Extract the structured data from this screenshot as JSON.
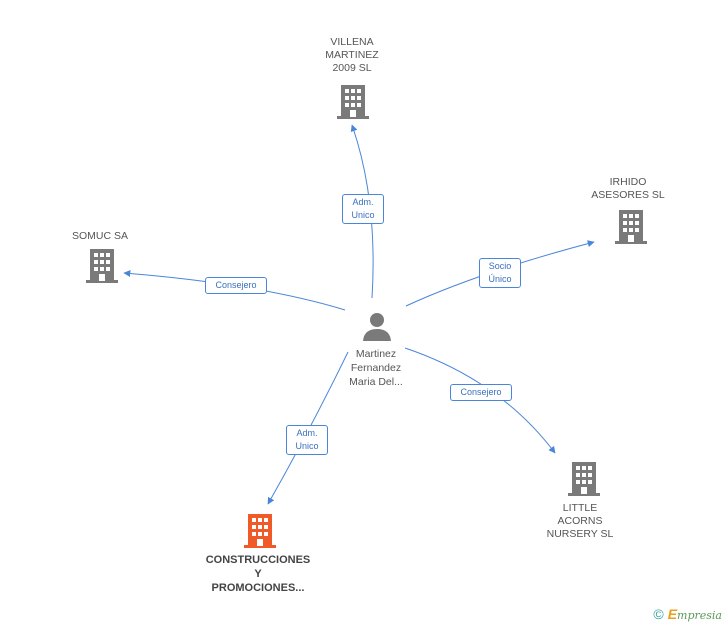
{
  "nodes": {
    "center": {
      "label": "Martinez\nFernandez\nMaria Del..."
    },
    "villena": {
      "label": "VILLENA\nMARTINEZ\n2009 SL"
    },
    "irhido": {
      "label": "IRHIDO\nASESORES SL"
    },
    "somuc": {
      "label": "SOMUC SA"
    },
    "little": {
      "label": "LITTLE\nACORNS\nNURSERY SL"
    },
    "construcciones": {
      "label": "CONSTRUCCIONES\nY\nPROMOCIONES..."
    }
  },
  "edges": {
    "villena": "Adm.\nUnico",
    "irhido": "Socio\nÚnico",
    "somuc": "Consejero",
    "little": "Consejero",
    "construcciones": "Adm.\nUnico"
  },
  "colors": {
    "edge": "#4a86d8",
    "building": "#7a7a7a",
    "building_highlight": "#f05a28",
    "person": "#7a7a7a"
  },
  "footer": {
    "copyright": "©",
    "brand_first": "E",
    "brand_rest": "mpresia"
  }
}
